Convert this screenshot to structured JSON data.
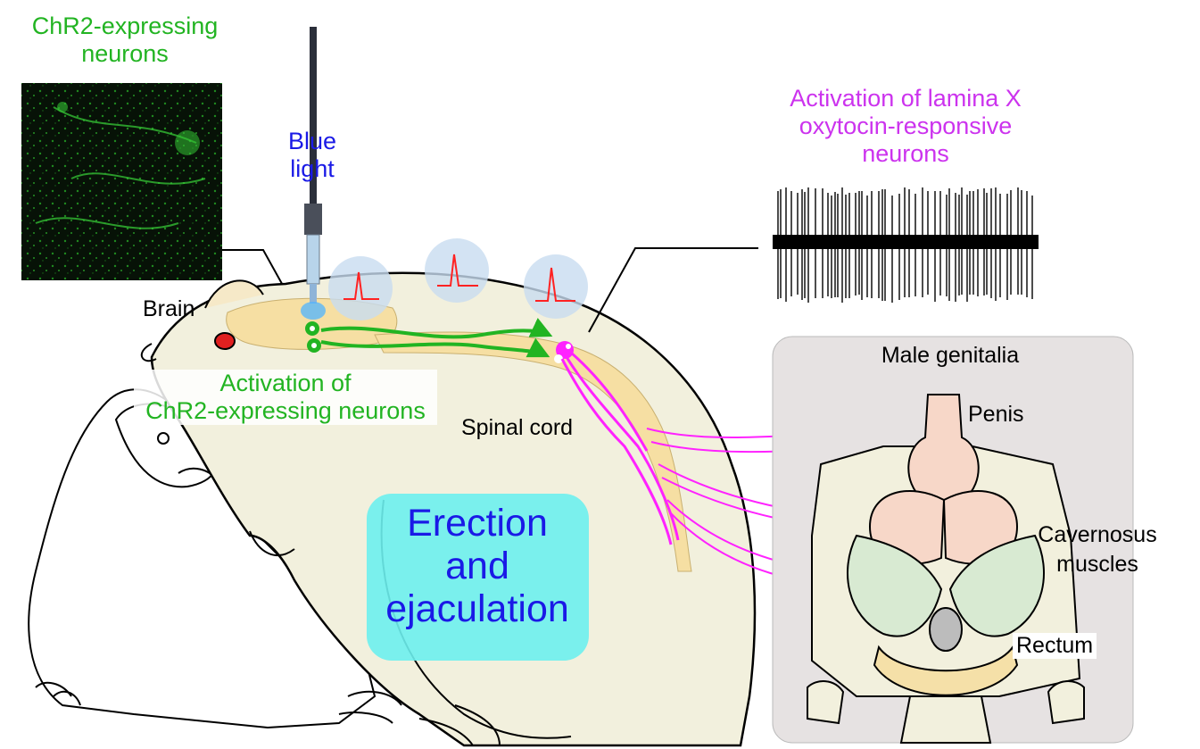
{
  "labels": {
    "chr2_neurons": "ChR2-expressing\nneurons",
    "blue_light": "Blue\nlight",
    "lamina_x": "Activation of lamina X\noxytocin-responsive\nneurons",
    "brain": "Brain",
    "activation_chr2": "Activation of\nChR2-expressing neurons",
    "spinal_cord": "Spinal cord",
    "erection": "Erection\nand\nejaculation",
    "male_genitalia": "Male genitalia",
    "penis": "Penis",
    "cavernosus": "Cavernosus\nmuscles",
    "rectum": "Rectum"
  },
  "colors": {
    "green": "#22b422",
    "blue_text": "#1a1ae6",
    "magenta": "#ff22ff",
    "spike_red": "#ff2222",
    "erection_box": "#6df0ee",
    "body_fill": "#f2f0dd",
    "cord_fill": "#f6dfa3",
    "panel_bg": "#e6e2e2"
  },
  "icons": {
    "optic_fiber": "optic-fiber-icon",
    "neuron": "neuron-icon",
    "action_potential": "action-potential-icon"
  }
}
